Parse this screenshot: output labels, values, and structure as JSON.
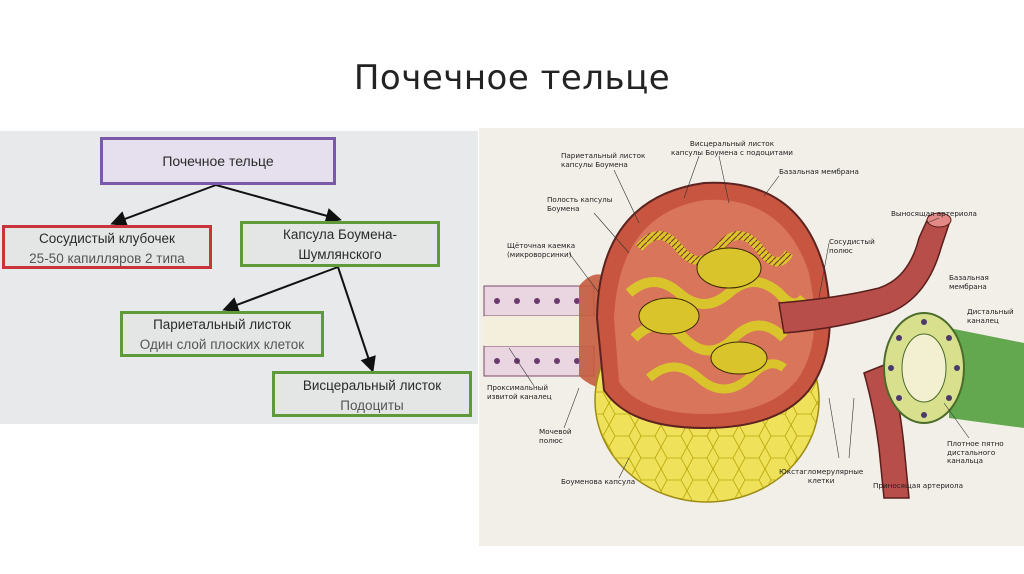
{
  "slide": {
    "title": "Почечное тельце"
  },
  "scheme": {
    "root": "Почечное тельце",
    "glomerulus": {
      "line1": "Сосудистый клубочек",
      "line2": "25-50 капилляров 2 типа"
    },
    "capsule": {
      "line1": "Капсула Боумена-",
      "line2": "Шумлянского"
    },
    "parietal": {
      "line1": "Париетальный листок",
      "line2": "Один слой плоских клеток"
    },
    "visceral": {
      "line1": "Висцеральный листок",
      "line2": "Подоциты"
    }
  },
  "figure": {
    "labels": {
      "visceral_1": "Висцеральный листок",
      "visceral_2": "капсулы Боумена с подоцитами",
      "parietal_1": "Париетальный листок",
      "parietal_2": "капсулы Боумена",
      "basal_top": "Базальная мембрана",
      "cavity_1": "Полость капсулы",
      "cavity_2": "Боумена",
      "vascular_pole_1": "Сосудистый",
      "vascular_pole_2": "полюс",
      "efferent": "Выносящая артериола",
      "brush_1": "Щёточная каемка",
      "brush_2": "(микроворсинки)",
      "basal_right_1": "Базальная",
      "basal_right_2": "мембрана",
      "distal_1": "Дистальный",
      "distal_2": "каналец",
      "proximal_1": "Проксимальный",
      "proximal_2": "извитой каналец",
      "urinary_1": "Мочевой",
      "urinary_2": "полюс",
      "macula_1": "Плотное пятно",
      "macula_2": "дистального",
      "macula_3": "канальца",
      "bowman": "Боуменова капсула",
      "jg_1": "Юкстагломерулярные",
      "jg_2": "клетки",
      "afferent": "Приносящая артериола"
    }
  }
}
